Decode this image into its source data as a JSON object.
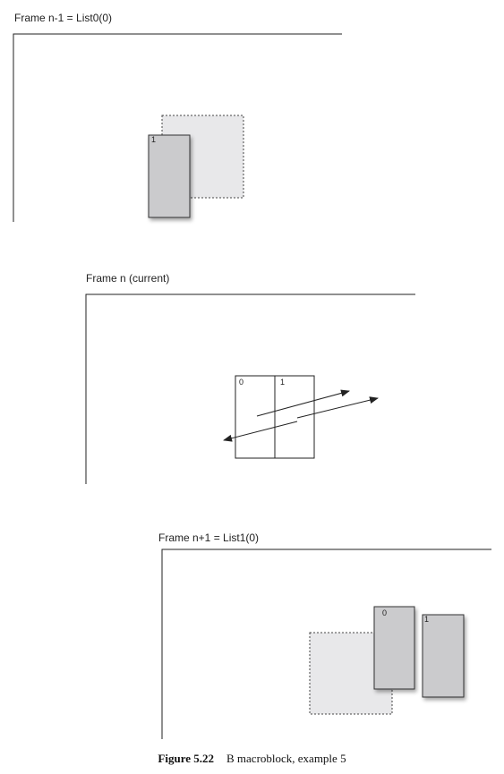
{
  "frames": {
    "prev": {
      "label": "Frame n-1 = List0(0)"
    },
    "current": {
      "label": "Frame n (current)"
    },
    "next": {
      "label": "Frame n+1 = List1(0)"
    }
  },
  "partitions": {
    "p0": "0",
    "p1": "1"
  },
  "caption": {
    "number": "Figure 5.22",
    "text": "B macroblock, example 5"
  },
  "colors": {
    "block_fill": "#cbcbcd",
    "ghost_fill": "#e8e8ea",
    "line": "#222222"
  }
}
